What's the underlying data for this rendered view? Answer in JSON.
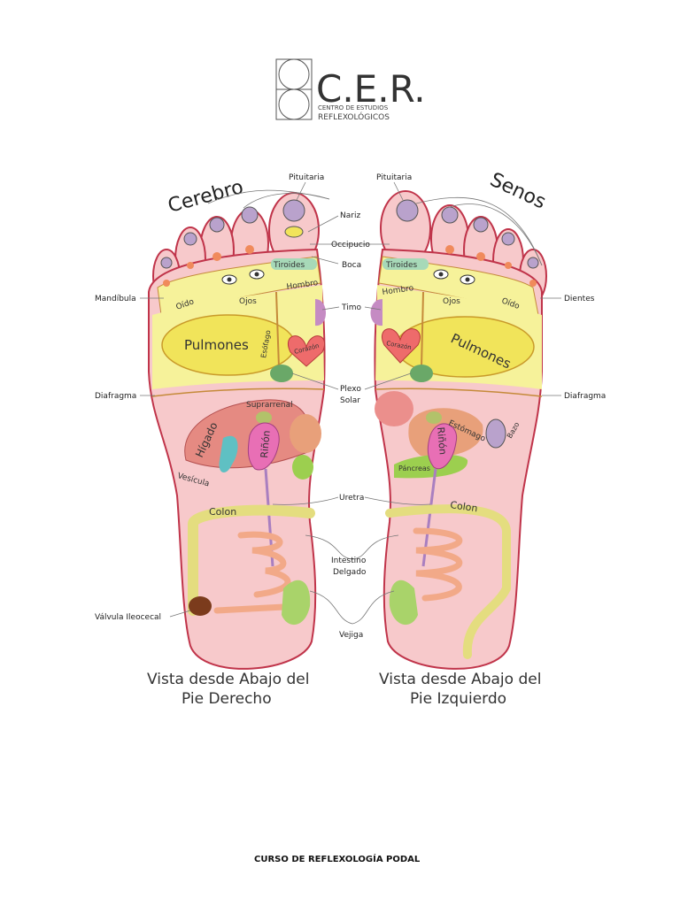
{
  "logo": {
    "brand": "C.E.R.",
    "line1": "CENTRO DE ESTUDIOS",
    "line2": "REFLEXOLÓGICOS"
  },
  "headings": {
    "left": "Cerebro",
    "right": "Senos"
  },
  "center_labels": {
    "pituitaria_left": "Pituitaria",
    "pituitaria_right": "Pituitaria",
    "nariz": "Nariz",
    "occipucio": "Occipucio",
    "boca": "Boca",
    "timo": "Timo",
    "plexo1": "Plexo",
    "plexo2": "Solar",
    "uretra": "Uretra",
    "intestino1": "Intestino",
    "intestino2": "Delgado",
    "vejiga": "Vejiga"
  },
  "side_labels": {
    "mandibula": "Mandíbula",
    "diafragma_left": "Diafragma",
    "valvula": "Válvula Ileocecal",
    "dientes": "Dientes",
    "diafragma_right": "Diafragma"
  },
  "organs": {
    "tiroides": "Tiroides",
    "hombro": "Hombro",
    "ojos": "Ojos",
    "oido": "Oído",
    "pulmones": "Pulmones",
    "esofago": "Esófago",
    "corazon": "Corazón",
    "suprarrenal": "Suprarrenal",
    "higado": "Hígado",
    "rinon": "Riñón",
    "vesicula": "Vesícula",
    "colon": "Colon",
    "estomago": "Estómago",
    "pancreas": "Páncreas",
    "bazo": "Bazo"
  },
  "captions": {
    "left1": "Vista desde Abajo del",
    "left2": "Pie Derecho",
    "right1": "Vista desde Abajo del",
    "right2": "Pie Izquierdo"
  },
  "footer": "CURSO DE REFLEXOLOGÍA PODAL",
  "colors": {
    "foot_pink": "#f7c9cb",
    "yellow_band": "#f6f29a",
    "lungs": "#f1e45a",
    "kidney": "#e86fb5",
    "liver": "#e58a82",
    "gallbladder": "#5fc0c3",
    "heart": "#ee6b6b",
    "thymus": "#c58bc3",
    "solar_plexus": "#6aa868",
    "colon": "#e4dd7f",
    "intestine": "#f2a988",
    "bladder": "#a9d36a",
    "valve": "#7b3b1c",
    "outline": "#c0344a"
  }
}
